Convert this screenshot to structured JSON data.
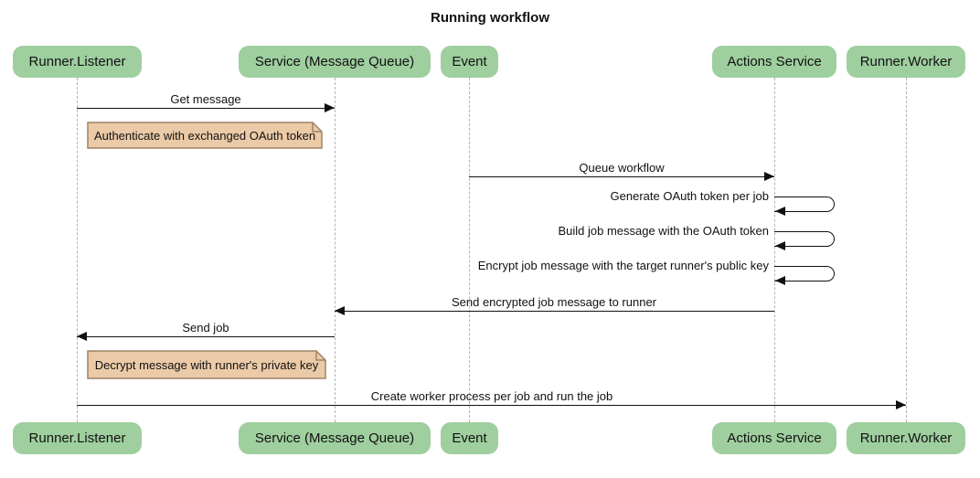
{
  "title": "Running workflow",
  "diagram_type": "sequence",
  "colors": {
    "actor_fill": "#9fcf9f",
    "note_fill": "#ebcaa7",
    "note_border": "#9c8465",
    "lifeline": "#b3b3b3",
    "line": "#111111",
    "bg": "#ffffff"
  },
  "actors": [
    {
      "label": "Runner.Listener"
    },
    {
      "label": "Service (Message Queue)"
    },
    {
      "label": "Event"
    },
    {
      "label": "Actions Service"
    },
    {
      "label": "Runner.Worker"
    }
  ],
  "messages": [
    {
      "label": "Get message",
      "from": "Runner.Listener",
      "to": "Service (Message Queue)",
      "self": false
    },
    {
      "label": "Queue workflow",
      "from": "Event",
      "to": "Actions Service",
      "self": false
    },
    {
      "label": "Generate OAuth token per job",
      "from": "Actions Service",
      "to": "Actions Service",
      "self": true
    },
    {
      "label": "Build job message with the OAuth token",
      "from": "Actions Service",
      "to": "Actions Service",
      "self": true
    },
    {
      "label": "Encrypt job message with the target runner's public key",
      "from": "Actions Service",
      "to": "Actions Service",
      "self": true
    },
    {
      "label": "Send encrypted job message to runner",
      "from": "Actions Service",
      "to": "Service (Message Queue)",
      "self": false
    },
    {
      "label": "Send job",
      "from": "Service (Message Queue)",
      "to": "Runner.Listener",
      "self": false
    },
    {
      "label": "Create worker process per job and run the job",
      "from": "Runner.Listener",
      "to": "Runner.Worker",
      "self": false
    }
  ],
  "notes": [
    {
      "label": "Authenticate with exchanged OAuth token",
      "anchor": "Runner.Listener"
    },
    {
      "label": "Decrypt message with runner's private key",
      "anchor": "Runner.Listener"
    }
  ]
}
